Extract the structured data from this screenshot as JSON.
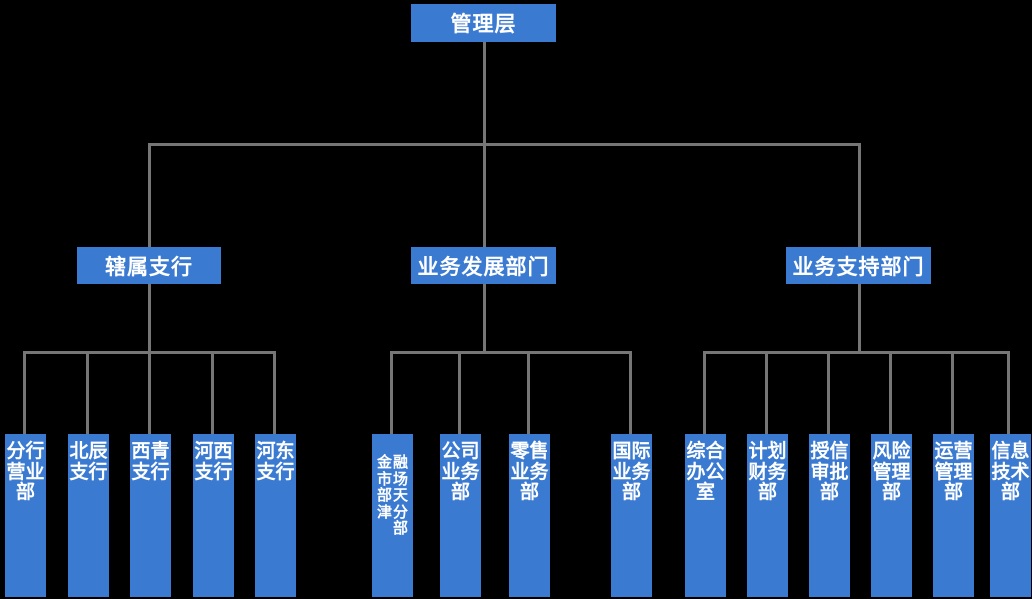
{
  "diagram": {
    "type": "organization-chart",
    "orientation": "top-down",
    "background_color": "#000000",
    "node_fill_color": "#3b7ad1",
    "node_text_color": "#ffffff",
    "connector_color": "#767676",
    "root": {
      "label": "管理层"
    },
    "tier2": [
      {
        "label": "辖属支行"
      },
      {
        "label": "业务发展部门"
      },
      {
        "label": "业务支持部门"
      }
    ],
    "leaves": {
      "branches": [
        {
          "label": "分行营业部"
        },
        {
          "label": "北辰支行"
        },
        {
          "label": "西青支行"
        },
        {
          "label": "河西支行"
        },
        {
          "label": "河东支行"
        }
      ],
      "business_development": [
        {
          "label": "金融市场部天津分部",
          "col_right": "融场天分部",
          "col_left": "金市部津"
        },
        {
          "label": "公司业务部"
        },
        {
          "label": "零售业务部"
        },
        {
          "label": "国际业务部"
        }
      ],
      "business_support": [
        {
          "label": "综合办公室"
        },
        {
          "label": "计划财务部"
        },
        {
          "label": "授信审批部"
        },
        {
          "label": "风险管理部"
        },
        {
          "label": "运营管理部"
        },
        {
          "label": "信息技术部"
        }
      ]
    }
  }
}
